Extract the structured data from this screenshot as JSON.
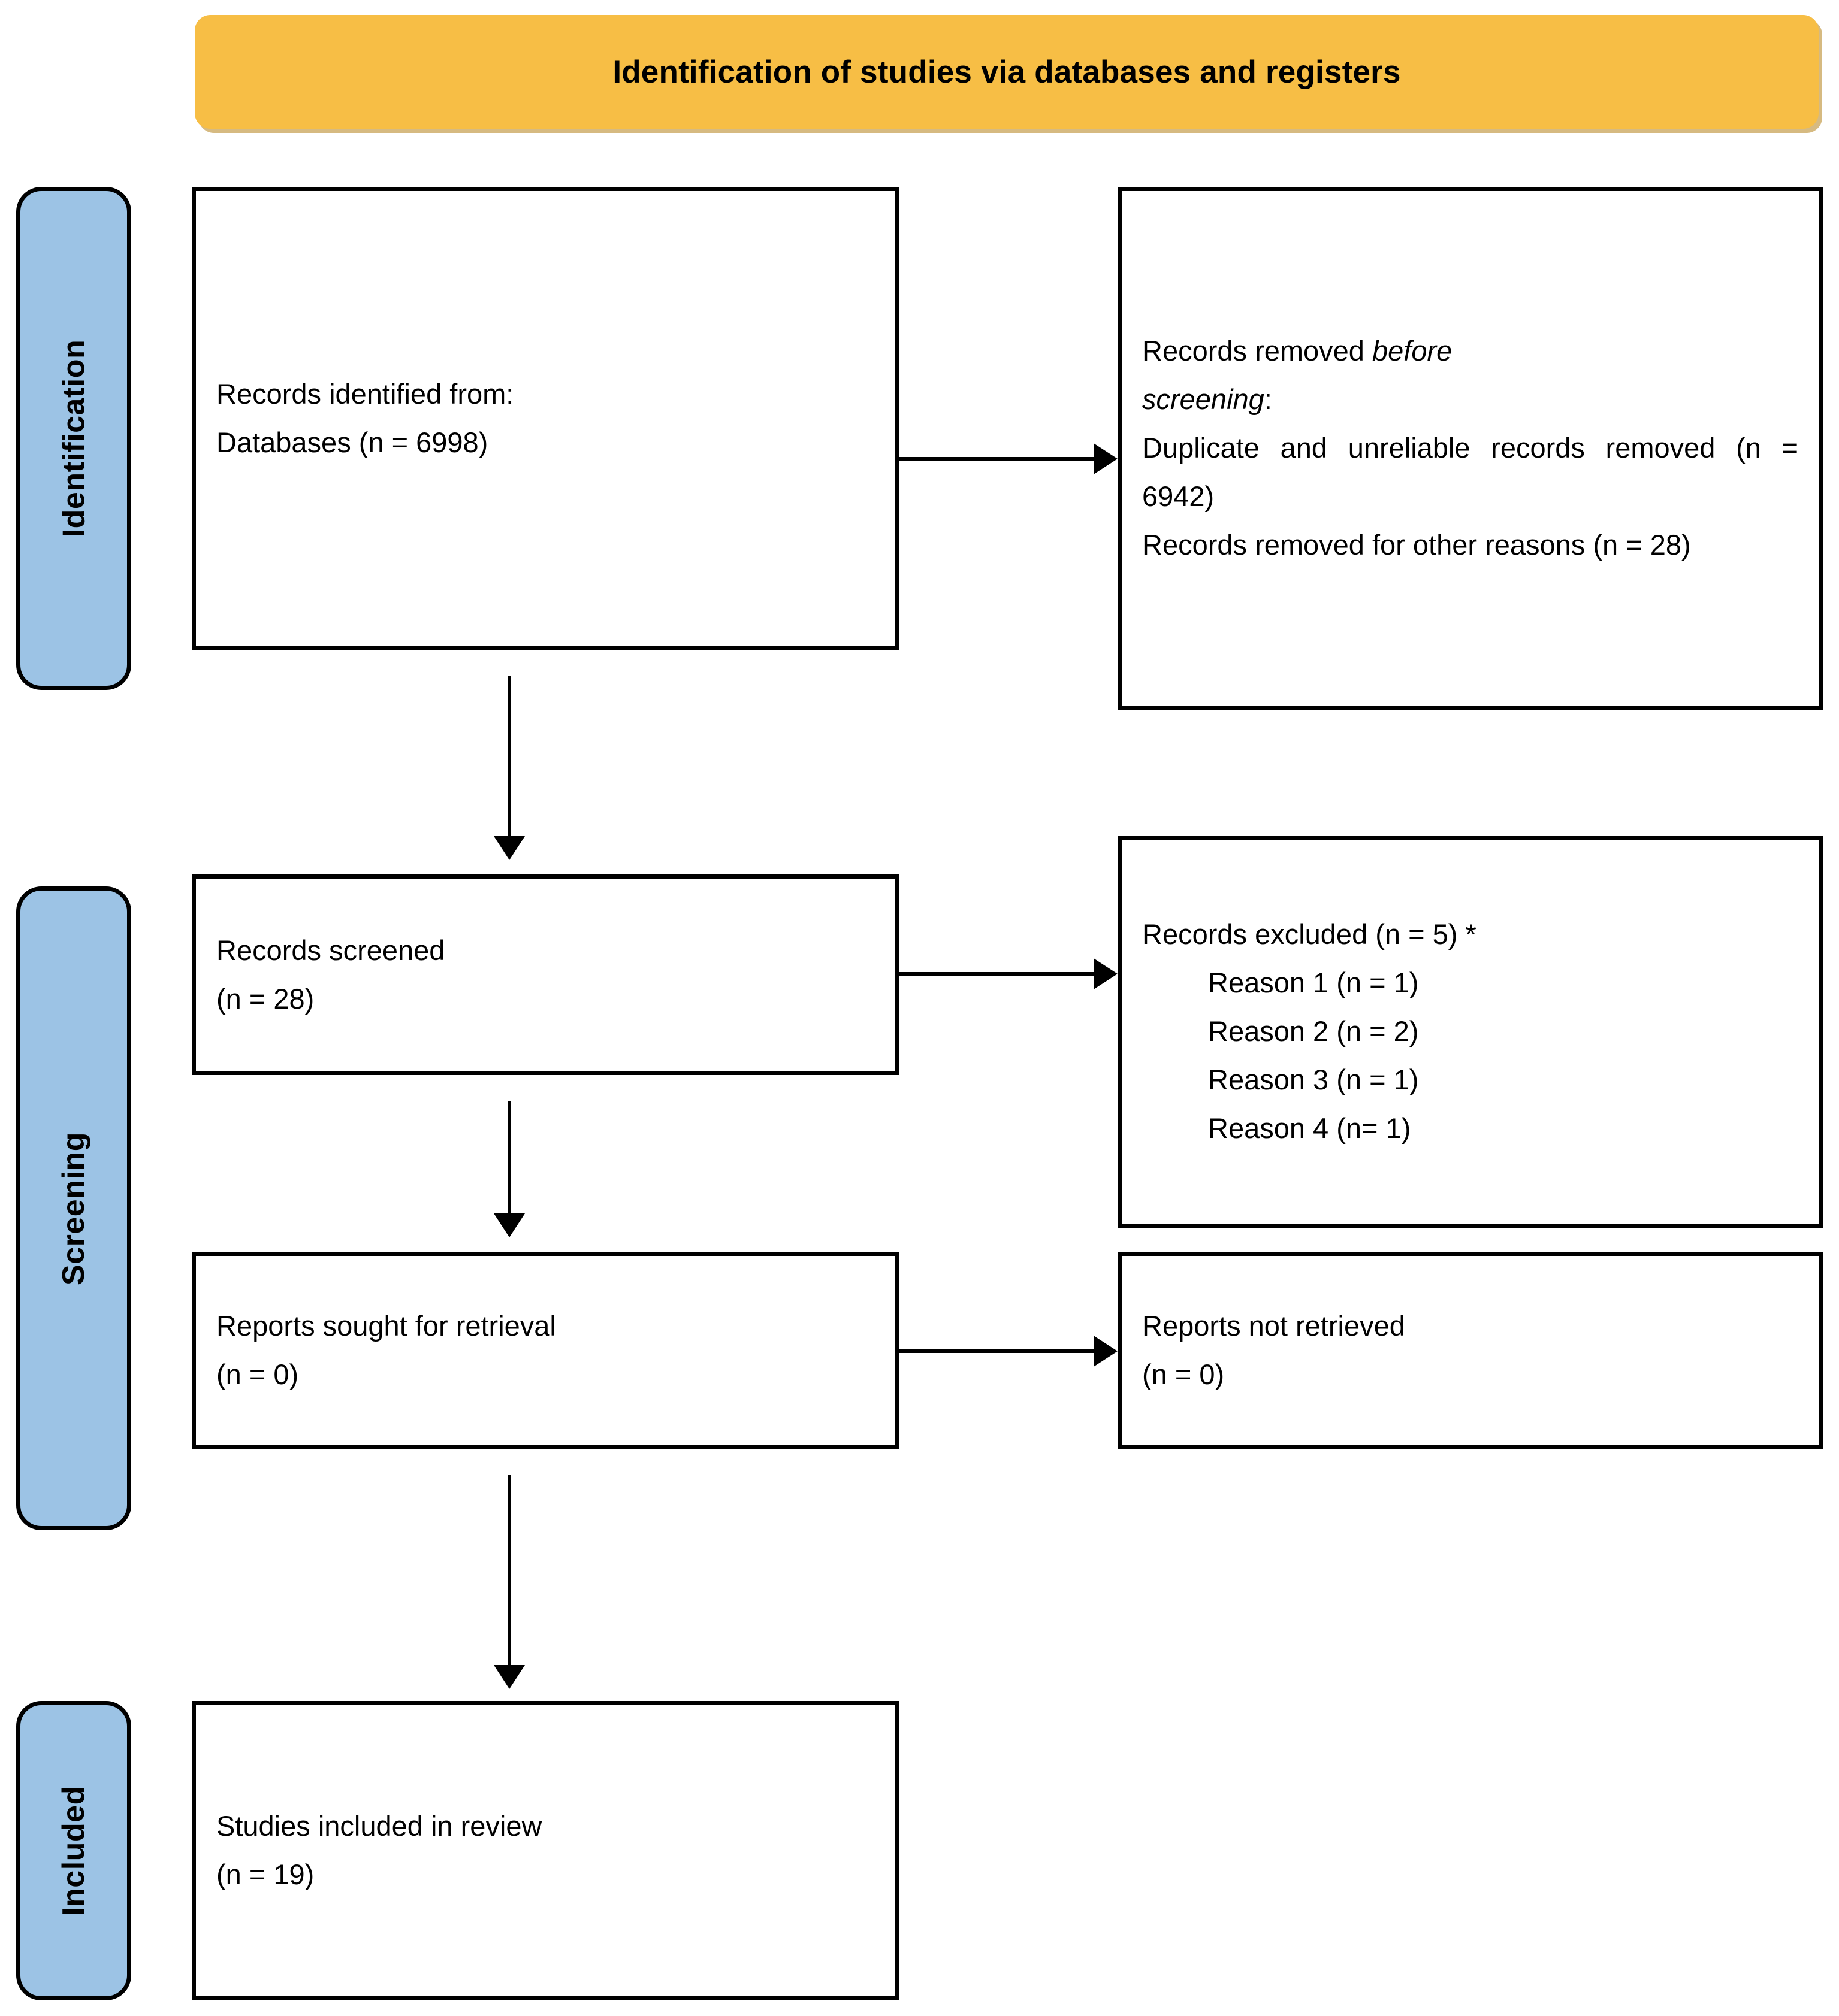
{
  "banner": {
    "title": "Identification of studies via databases and registers",
    "color": "#F7BE45"
  },
  "stages": {
    "color": "#9CC3E5",
    "identification": "Identification",
    "screening": "Screening",
    "included": "Included"
  },
  "boxes": {
    "identified": {
      "line1": "Records identified from:",
      "line2": "Databases (n = 6998)"
    },
    "removed_before_screening": {
      "line1_prefix": "Records removed ",
      "line1_italic": "before",
      "line2_italic": "screening",
      "line2_suffix": ":",
      "line3": "Duplicate and unreliable records removed (n = 6942)",
      "line4": "Records removed for other reasons (n = 28)"
    },
    "screened": {
      "line1": "Records screened",
      "line2": "(n = 28)"
    },
    "excluded": {
      "header": "Records excluded (n = 5) *",
      "reasons": [
        "Reason 1 (n = 1)",
        "Reason 2 (n = 2)",
        "Reason 3 (n = 1)",
        "Reason 4 (n= 1)"
      ]
    },
    "sought": {
      "line1": "Reports sought for retrieval",
      "line2": "(n = 0)"
    },
    "not_retrieved": {
      "line1": "Reports not retrieved",
      "line2": "(n = 0)"
    },
    "included": {
      "line1": "Studies included in review",
      "line2": "(n = 19)"
    }
  }
}
